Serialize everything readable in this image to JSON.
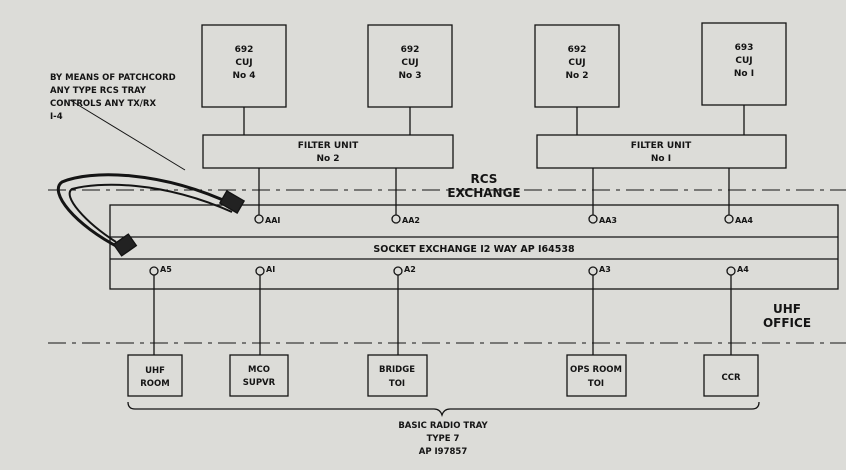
{
  "cuj_units": [
    {
      "type": "692",
      "model": "CUJ",
      "num": "No 4"
    },
    {
      "type": "692",
      "model": "CUJ",
      "num": "No 3"
    },
    {
      "type": "692",
      "model": "CUJ",
      "num": "No 2"
    },
    {
      "type": "693",
      "model": "CUJ",
      "num": "No I"
    }
  ],
  "filter_units": [
    {
      "title": "FILTER UNIT",
      "num": "No 2"
    },
    {
      "title": "FILTER UNIT",
      "num": "No I"
    }
  ],
  "patchcord_note": [
    "BY MEANS OF PATCHCORD",
    "ANY TYPE RCS TRAY",
    "CONTROLS ANY TX/RX",
    "I-4"
  ],
  "rcs_exchange": [
    "RCS",
    "EXCHANGE"
  ],
  "uhf_office": [
    "UHF",
    "OFFICE"
  ],
  "socket_exchange": "SOCKET EXCHANGE I2 WAY AP I64538",
  "upper_sockets": [
    "AAI",
    "AA2",
    "AA3",
    "AA4"
  ],
  "lower_sockets": [
    "A5",
    "AI",
    "A2",
    "A3",
    "A4"
  ],
  "positions": [
    {
      "line1": "UHF",
      "line2": "ROOM"
    },
    {
      "line1": "MCO",
      "line2": "SUPVR"
    },
    {
      "line1": "BRIDGE",
      "line2": "TOI"
    },
    {
      "line1": "OPS ROOM",
      "line2": "TOI"
    },
    {
      "line1": "CCR",
      "line2": ""
    }
  ],
  "tray_label": [
    "BASIC RADIO TRAY",
    "TYPE 7",
    "AP I97857"
  ]
}
